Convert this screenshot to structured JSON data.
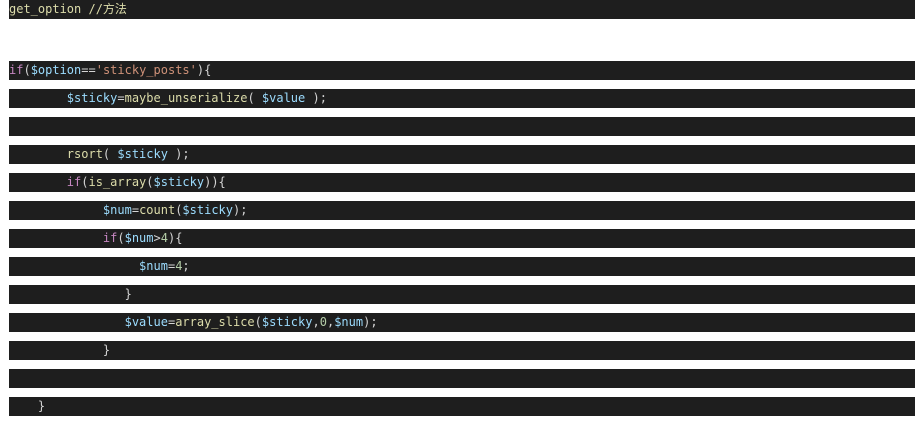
{
  "header": {
    "text": "get_option //方法"
  },
  "lines": [
    {
      "indent": "",
      "tokens": [
        {
          "t": "if",
          "c": "kw"
        },
        {
          "t": "(",
          "c": "plain"
        },
        {
          "t": "$option",
          "c": "var"
        },
        {
          "t": "==",
          "c": "plain"
        },
        {
          "t": "'sticky_posts'",
          "c": "str"
        },
        {
          "t": "){",
          "c": "plain"
        }
      ]
    },
    {
      "indent": "        ",
      "tokens": [
        {
          "t": "$sticky",
          "c": "var"
        },
        {
          "t": "=",
          "c": "plain"
        },
        {
          "t": "maybe_unserialize",
          "c": "fn"
        },
        {
          "t": "( ",
          "c": "plain"
        },
        {
          "t": "$value",
          "c": "var"
        },
        {
          "t": " );",
          "c": "plain"
        }
      ]
    },
    {
      "indent": "",
      "tokens": []
    },
    {
      "indent": "        ",
      "tokens": [
        {
          "t": "rsort",
          "c": "fn"
        },
        {
          "t": "( ",
          "c": "plain"
        },
        {
          "t": "$sticky",
          "c": "var"
        },
        {
          "t": " );",
          "c": "plain"
        }
      ]
    },
    {
      "indent": "        ",
      "tokens": [
        {
          "t": "if",
          "c": "kw"
        },
        {
          "t": "(",
          "c": "plain"
        },
        {
          "t": "is_array",
          "c": "fn"
        },
        {
          "t": "(",
          "c": "plain"
        },
        {
          "t": "$sticky",
          "c": "var"
        },
        {
          "t": ")){",
          "c": "plain"
        }
      ]
    },
    {
      "indent": "             ",
      "tokens": [
        {
          "t": "$num",
          "c": "var"
        },
        {
          "t": "=",
          "c": "plain"
        },
        {
          "t": "count",
          "c": "fn"
        },
        {
          "t": "(",
          "c": "plain"
        },
        {
          "t": "$sticky",
          "c": "var"
        },
        {
          "t": ");",
          "c": "plain"
        }
      ]
    },
    {
      "indent": "             ",
      "tokens": [
        {
          "t": "if",
          "c": "kw"
        },
        {
          "t": "(",
          "c": "plain"
        },
        {
          "t": "$num",
          "c": "var"
        },
        {
          "t": ">",
          "c": "plain"
        },
        {
          "t": "4",
          "c": "num"
        },
        {
          "t": "){",
          "c": "plain"
        }
      ]
    },
    {
      "indent": "                  ",
      "tokens": [
        {
          "t": "$num",
          "c": "var"
        },
        {
          "t": "=",
          "c": "plain"
        },
        {
          "t": "4",
          "c": "num"
        },
        {
          "t": ";",
          "c": "plain"
        }
      ]
    },
    {
      "indent": "                ",
      "tokens": [
        {
          "t": "}",
          "c": "plain"
        }
      ]
    },
    {
      "indent": "                ",
      "tokens": [
        {
          "t": "$value",
          "c": "var"
        },
        {
          "t": "=",
          "c": "plain"
        },
        {
          "t": "array_slice",
          "c": "fn"
        },
        {
          "t": "(",
          "c": "plain"
        },
        {
          "t": "$sticky",
          "c": "var"
        },
        {
          "t": ",",
          "c": "plain"
        },
        {
          "t": "0",
          "c": "num"
        },
        {
          "t": ",",
          "c": "plain"
        },
        {
          "t": "$num",
          "c": "var"
        },
        {
          "t": ");",
          "c": "plain"
        }
      ]
    },
    {
      "indent": "             ",
      "tokens": [
        {
          "t": "}",
          "c": "plain"
        }
      ]
    },
    {
      "indent": "",
      "tokens": []
    },
    {
      "indent": "    ",
      "tokens": [
        {
          "t": "}",
          "c": "plain"
        }
      ]
    }
  ]
}
